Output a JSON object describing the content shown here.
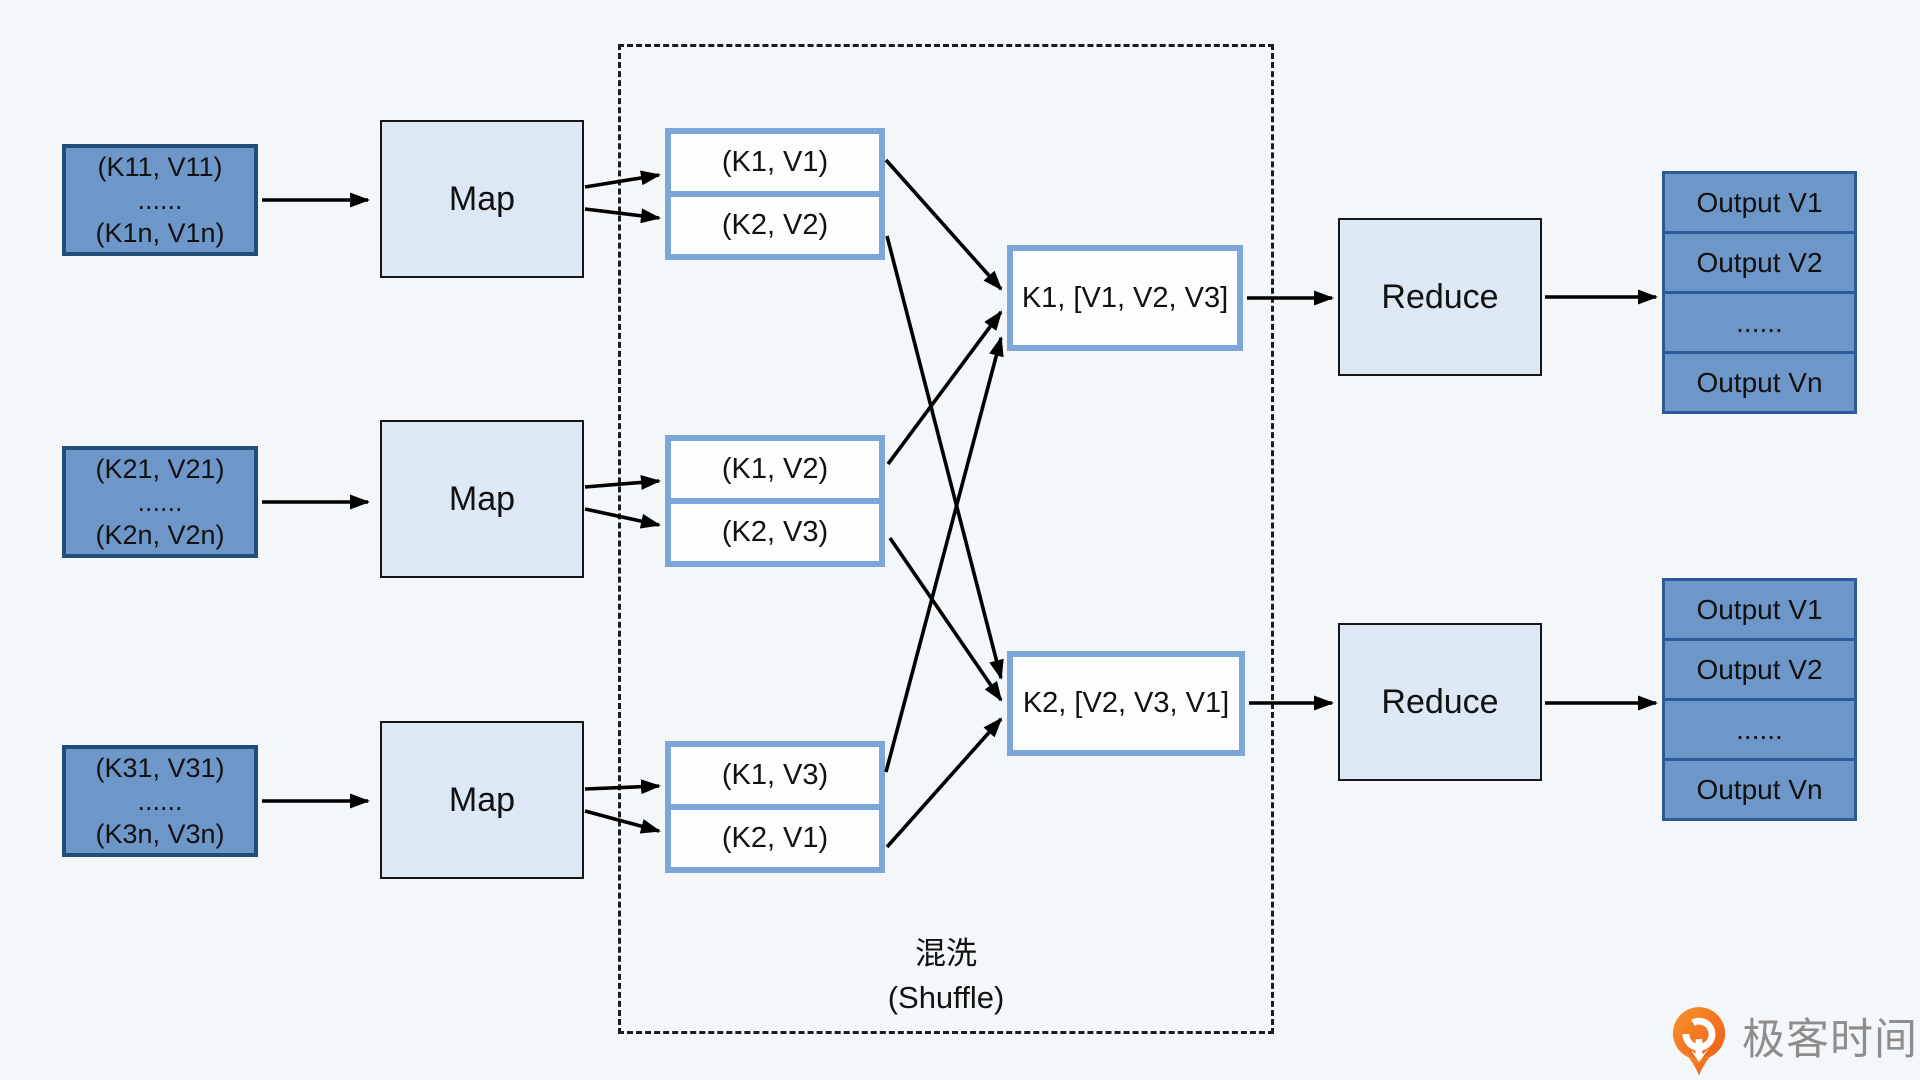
{
  "diagram": {
    "inputs": [
      {
        "line1": "(K11, V11)",
        "line2": "......",
        "line3": "(K1n, V1n)"
      },
      {
        "line1": "(K21, V21)",
        "line2": "......",
        "line3": "(K2n, V2n)"
      },
      {
        "line1": "(K31, V31)",
        "line2": "......",
        "line3": "(K3n, V3n)"
      }
    ],
    "map_label": "Map",
    "reduce_label": "Reduce",
    "shuffle": {
      "label_cn": "混洗",
      "label_en": "(Shuffle)",
      "pairs": [
        {
          "top": "(K1, V1)",
          "bottom": "(K2, V2)"
        },
        {
          "top": "(K1, V2)",
          "bottom": "(K2, V3)"
        },
        {
          "top": "(K1, V3)",
          "bottom": "(K2, V1)"
        }
      ],
      "merged": [
        {
          "label": "K1, [V1, V2, V3]"
        },
        {
          "label": "K2, [V2, V3, V1]"
        }
      ]
    },
    "output_stacks": [
      {
        "cells": [
          "Output V1",
          "Output V2",
          "......",
          "Output Vn"
        ]
      },
      {
        "cells": [
          "Output V1",
          "Output V2",
          "......",
          "Output Vn"
        ]
      }
    ],
    "logo": {
      "text": "极客时间"
    },
    "colors": {
      "background": "#F3F7FA",
      "input_fill": "#6D97C8",
      "input_border": "#1F4E79",
      "process_fill": "#DCE8F4",
      "process_border": "#161616",
      "shuffle_box_border": "#7CA5D8",
      "shuffle_box_fill": "#FBFDFF",
      "output_border": "#2B5C95",
      "arrow": "#000000",
      "logo_orange": "#F4731D",
      "logo_text_gray": "#8D8D8D"
    }
  }
}
